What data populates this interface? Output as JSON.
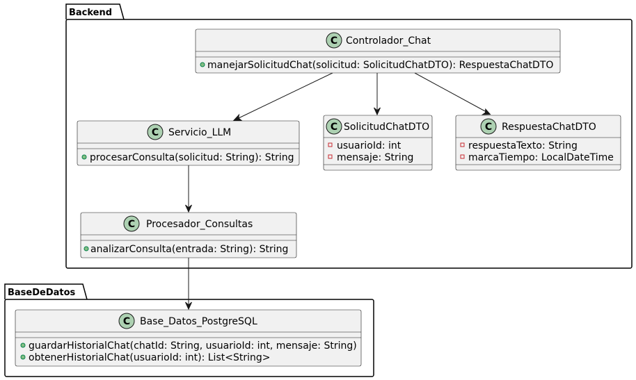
{
  "packages": {
    "backend": {
      "label": "Backend"
    },
    "database": {
      "label": "BaseDeDatos"
    }
  },
  "classes": {
    "controlador_chat": {
      "stereotype": "C",
      "name": "Controlador_Chat",
      "members": [
        {
          "visibility": "public",
          "text": "manejarSolicitudChat(solicitud: SolicitudChatDTO): RespuestaChatDTO"
        }
      ]
    },
    "servicio_llm": {
      "stereotype": "C",
      "name": "Servicio_LLM",
      "members": [
        {
          "visibility": "public",
          "text": "procesarConsulta(solicitud: String): String"
        }
      ]
    },
    "solicitud_chat_dto": {
      "stereotype": "C",
      "name": "SolicitudChatDTO",
      "members": [
        {
          "visibility": "private",
          "text": "usuarioId: int"
        },
        {
          "visibility": "private",
          "text": "mensaje: String"
        }
      ]
    },
    "respuesta_chat_dto": {
      "stereotype": "C",
      "name": "RespuestaChatDTO",
      "members": [
        {
          "visibility": "private",
          "text": "respuestaTexto: String"
        },
        {
          "visibility": "private",
          "text": "marcaTiempo: LocalDateTime"
        }
      ]
    },
    "procesador_consultas": {
      "stereotype": "C",
      "name": "Procesador_Consultas",
      "members": [
        {
          "visibility": "public",
          "text": "analizarConsulta(entrada: String): String"
        }
      ]
    },
    "base_datos_postgresql": {
      "stereotype": "C",
      "name": "Base_Datos_PostgreSQL",
      "members": [
        {
          "visibility": "public",
          "text": "guardarHistorialChat(chatId: String, usuarioId: int, mensaje: String)"
        },
        {
          "visibility": "public",
          "text": "obtenerHistorialChat(usuarioId: int): List<String>"
        }
      ]
    }
  },
  "relations": [
    {
      "from": "controlador_chat",
      "to": "servicio_llm",
      "type": "association",
      "directed": true
    },
    {
      "from": "controlador_chat",
      "to": "solicitud_chat_dto",
      "type": "association",
      "directed": true
    },
    {
      "from": "controlador_chat",
      "to": "respuesta_chat_dto",
      "type": "association",
      "directed": true
    },
    {
      "from": "servicio_llm",
      "to": "procesador_consultas",
      "type": "association",
      "directed": true
    },
    {
      "from": "procesador_consultas",
      "to": "base_datos_postgresql",
      "type": "association",
      "directed": true
    }
  ],
  "colors": {
    "class_fill": "#f1f1f1",
    "class_border": "#181818",
    "stereotype_circle": "#add1b2",
    "public_marker": "#84be84",
    "private_marker": "#c82930",
    "package_border": "#000000"
  }
}
